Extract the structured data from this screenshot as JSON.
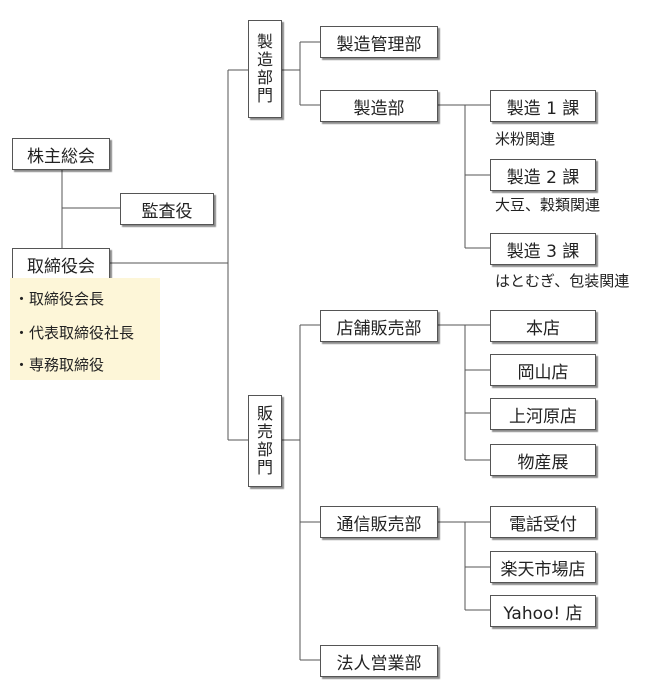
{
  "nodes": {
    "shareholders": "株主総会",
    "auditor": "監査役",
    "board": "取締役会",
    "manufacturing_division": [
      "製",
      "造",
      "部",
      "門"
    ],
    "sales_division": [
      "販",
      "売",
      "部",
      "門"
    ],
    "mfg_management": "製造管理部",
    "mfg_dept": "製造部",
    "mfg_section_1": "製造 1 課",
    "mfg_section_2": "製造 2 課",
    "mfg_section_3": "製造 3 課",
    "store_sales": "店舗販売部",
    "main_store": "本店",
    "okayama_store": "岡山店",
    "kamigawara_store": "上河原店",
    "exhibition": "物産展",
    "mail_sales": "通信販売部",
    "phone_orders": "電話受付",
    "rakuten_store": "楽天市場店",
    "yahoo_store": "Yahoo! 店",
    "corporate_sales": "法人営業部"
  },
  "notes": {
    "section_1": "米粉関連",
    "section_2": "大豆、穀類関連",
    "section_3": "はとむぎ、包装関連"
  },
  "officers": [
    "・取締役会長",
    "・代表取締役社長",
    "・専務取締役"
  ],
  "colors": {
    "officer_panel": "#fdf6d8",
    "line": "#555555",
    "box_border": "#555555"
  }
}
